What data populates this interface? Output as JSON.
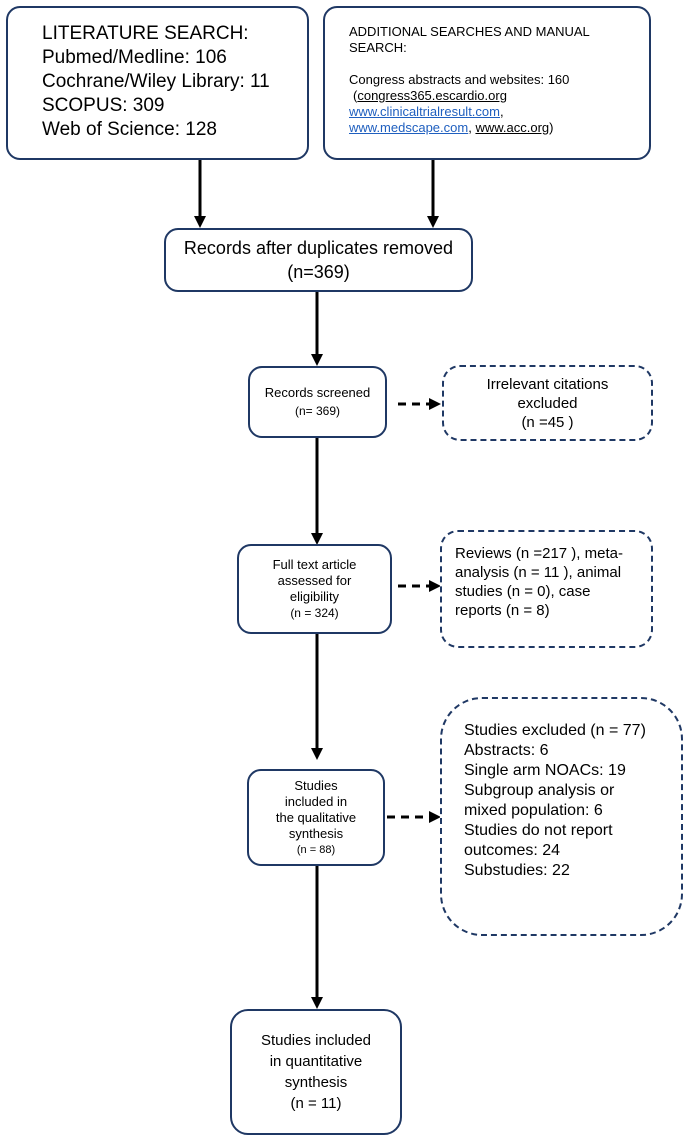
{
  "literature": {
    "title": "LITERATURE SEARCH:",
    "lines": [
      "Pubmed/Medline: 106",
      "Cochrane/Wiley Library: 11",
      "SCOPUS: 309",
      "Web of Science: 128"
    ]
  },
  "additional": {
    "title_line1": "ADDITIONAL SEARCHES AND MANUAL",
    "title_line2": "SEARCH:",
    "congress": "Congress abstracts and websites:  160",
    "open_paren": "(",
    "link1": "congress365.escardio.org",
    "link2": "www.clinicaltrialresult.com",
    "comma": ",",
    "link3": "www.medscape.com",
    "comma_space": ", ",
    "link4": "www.acc.org",
    "close_paren": ")"
  },
  "duplicates": {
    "line1": "Records after duplicates removed",
    "line2": "(n=369)"
  },
  "screened": {
    "line1": "Records screened",
    "line2": "(n= 369)"
  },
  "irrelevant": {
    "line1": "Irrelevant citations",
    "line2": "excluded",
    "line3": "(n =45 )"
  },
  "fulltext": {
    "line1": "Full text article",
    "line2": "assessed for",
    "line3": "eligibility",
    "line4": "(n = 324)"
  },
  "reviews": {
    "line1": "Reviews (n =217 ), meta-",
    "line2": "analysis (n = 11 ), animal",
    "line3": "studies (n = 0),  case",
    "line4": "reports (n = 8)"
  },
  "qualitative": {
    "line1": "Studies",
    "line2": "included in",
    "line3": "the qualitative",
    "line4": "synthesis",
    "line5": "(n = 88)"
  },
  "excluded": {
    "line1": "Studies excluded (n = 77)",
    "line2": "Abstracts: 6",
    "line3": "Single arm NOACs:  19",
    "line4": "Subgroup analysis or",
    "line5": "mixed population: 6",
    "line6": "Studies do not report",
    "line7": "outcomes: 24",
    "line8": "Substudies: 22"
  },
  "quantitative": {
    "line1": "Studies included",
    "line2": "in quantitative",
    "line3": "synthesis",
    "line4": "(n = 11)"
  }
}
